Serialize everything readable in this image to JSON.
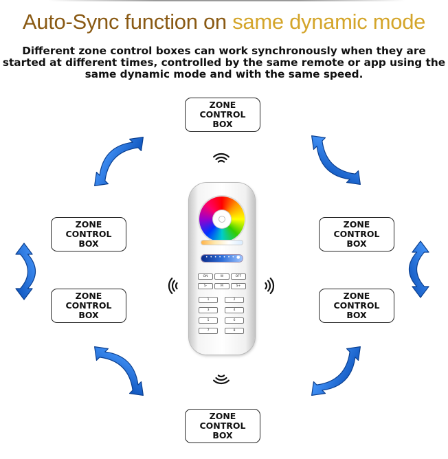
{
  "title": {
    "part1": "Auto-Sync function on ",
    "part2": "same dynamic mode",
    "color1": "#8a5a14",
    "color2": "#d4a52a"
  },
  "subtitle": "Different zone control boxes can work synchronously when they are started at different times, controlled by the same remote or app using the same dynamic mode and with the same speed.",
  "boxes": [
    {
      "label": "ZONE\nCONTROL\nBOX"
    },
    {
      "label": "ZONE\nCONTROL\nBOX"
    },
    {
      "label": "ZONE\nCONTROL\nBOX"
    },
    {
      "label": "ZONE\nCONTROL\nBOX"
    },
    {
      "label": "ZONE\nCONTROL\nBOX"
    },
    {
      "label": "ZONE\nCONTROL\nBOX"
    }
  ],
  "arrow_color": "#1f6fd6",
  "remote": {
    "buttons_row1": [
      "ON",
      "W",
      "OFF"
    ],
    "buttons_row2": [
      "S-",
      "M",
      "S+"
    ],
    "zones": [
      "1",
      "2",
      "3",
      "4",
      "5",
      "6",
      "7",
      "8"
    ]
  },
  "icons": [
    "sync-arrow-icon",
    "signal-waves-icon",
    "remote-control-icon"
  ]
}
